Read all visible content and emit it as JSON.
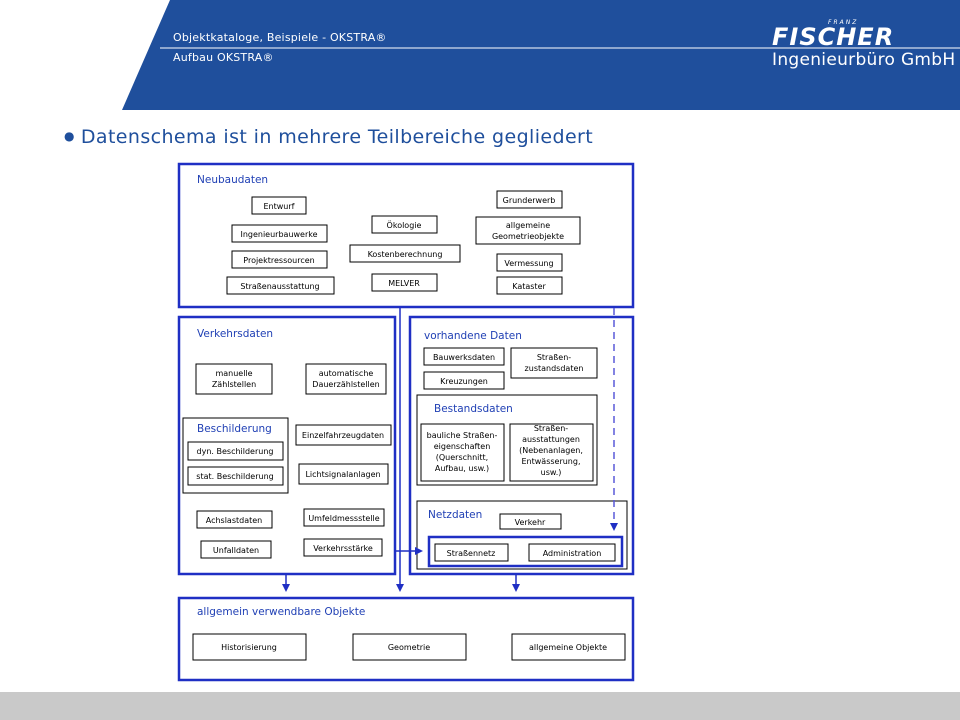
{
  "header": {
    "title_line1": "Objektkataloge, Beispiele   - OKSTRA®",
    "title_line2": "Aufbau OKSTRA®",
    "brand_name": "FISCHER",
    "brand_small": "FRANZ",
    "brand_sub": "Ingenieurbüro GmbH"
  },
  "bullet": "Datenschema ist in mehrere Teilbereiche gegliedert",
  "sections": {
    "neubau": {
      "title": "Neubaudaten",
      "items": [
        "Entwurf",
        "Ingenieurbauwerke",
        "Projektressourcen",
        "Straßenausstattung",
        "Ökologie",
        "Kostenberechnung",
        "MELVER",
        "Grunderwerb",
        "allgemeine",
        "Geometrieobjekte",
        "Vermessung",
        "Kataster"
      ]
    },
    "verkehr": {
      "title": "Verkehrsdaten",
      "items": [
        "manuelle",
        "Zählstellen",
        "automatische",
        "Dauerzählstellen",
        "Einzelfahrzeugdaten",
        "Lichtsignalanlagen",
        "Achslastdaten",
        "Umfeldmessstelle",
        "Unfalldaten",
        "Verkehrsstärke"
      ]
    },
    "beschilderung": {
      "title": "Beschilderung",
      "items": [
        "dyn. Beschilderung",
        "stat. Beschilderung"
      ]
    },
    "vorhanden": {
      "title": "vorhandene Daten",
      "items": [
        "Bauwerksdaten",
        "Kreuzungen",
        "Straßen-",
        "zustandsdaten"
      ]
    },
    "bestand": {
      "title": "Bestandsdaten",
      "items": [
        "bauliche Straßen-",
        "eigenschaften",
        "(Querschnitt,",
        "Aufbau, usw.)",
        "Straßen-",
        "ausstattungen",
        "(Nebenanlagen,",
        "Entwässerung,",
        "usw.)"
      ]
    },
    "netz": {
      "title": "Netzdaten",
      "items": [
        "Verkehr",
        "Straßennetz",
        "Administration"
      ]
    },
    "allgemein": {
      "title": "allgemein verwendbare Objekte",
      "items": [
        "Historisierung",
        "Geometrie",
        "allgemeine Objekte"
      ]
    }
  },
  "colors": {
    "header_blue": "#1f4f9c",
    "frame_blue": "#1f2fc4",
    "dashed_line": "#5a5ad8",
    "footer_gray": "#c9c9c9"
  }
}
